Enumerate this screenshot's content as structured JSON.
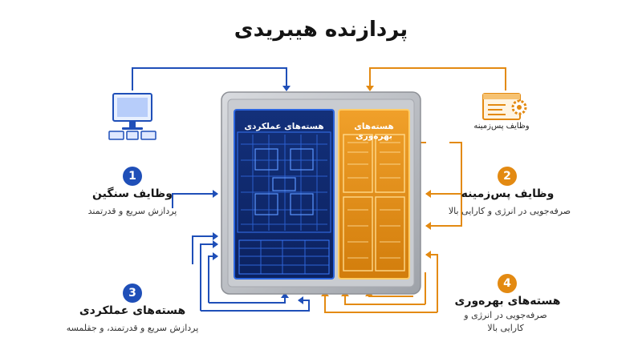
{
  "title": "پردازنده هیبریدی",
  "chip": {
    "performance_label": "هسته‌های عملکردی",
    "efficiency_label": "هسته‌های بهره‌وری"
  },
  "left": {
    "item1": {
      "number": "1",
      "heading": "وظایف سنگین",
      "desc": "پردازش سریع و قدرتمند"
    },
    "item3": {
      "number": "3",
      "heading": "هسته‌های عملکردی",
      "desc": "پردازش سریع و قدرتمند، و جقلمسه"
    }
  },
  "right": {
    "icon_caption": "وظایف پس‌زمینه",
    "item2": {
      "number": "2",
      "heading": "وظایف پس‌زمینه",
      "desc": "صرفه‌جویی در انرژی و کارایی بالا"
    },
    "item4": {
      "number": "4",
      "heading": "هسته‌های بهره‌وری",
      "desc_line1": "صرفه‌جویی در انرژی و",
      "desc_line2": "کارایی بالا"
    }
  },
  "colors": {
    "performance_blue": "#1f4fb8",
    "efficiency_orange": "#e38a12",
    "chip_frame": "#b9bcc2"
  },
  "icons": {
    "left": "desktop-computer-icon",
    "right": "settings-window-icon"
  }
}
